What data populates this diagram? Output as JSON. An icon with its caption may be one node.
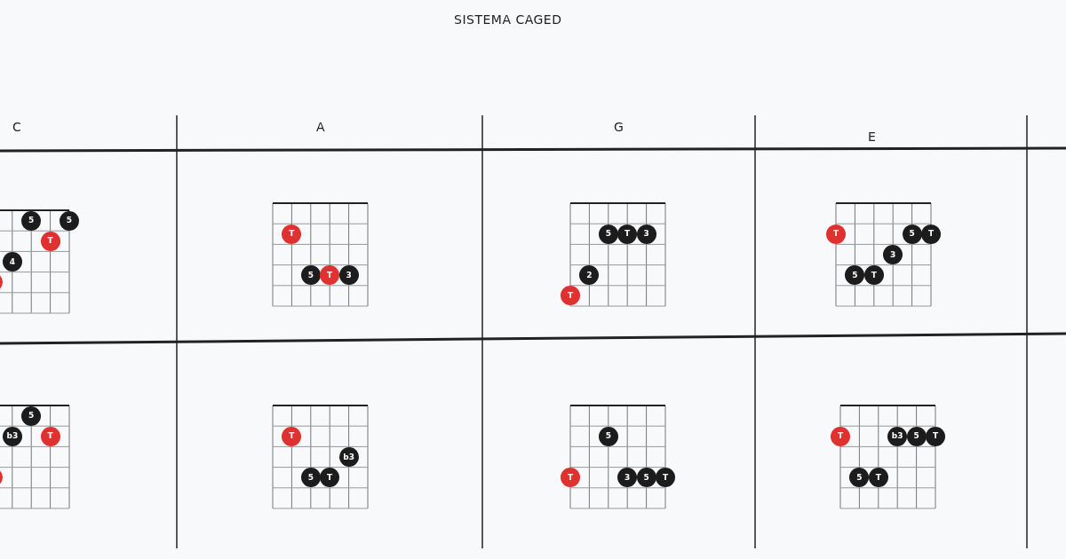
{
  "diagram": {
    "title": "SISTEMA CAGED",
    "nodes": [
      {
        "text": [
          "5"
        ]
      },
      {
        "text": [
          "5"
        ]
      },
      {
        "text": [
          "T"
        ]
      },
      {
        "text": [
          "4"
        ]
      },
      {
        "text": [],
        "shape": "circle"
      },
      {
        "text": [
          "5"
        ]
      },
      {
        "text": [
          "b3"
        ]
      },
      {
        "text": [
          "T"
        ]
      },
      {
        "text": [],
        "shape": "circle"
      },
      {
        "text": [
          "T"
        ]
      },
      {
        "text": [
          "5"
        ]
      },
      {
        "text": [
          "T"
        ]
      },
      {
        "text": [
          "3"
        ]
      },
      {
        "text": [
          "T"
        ]
      },
      {
        "text": [
          "b3"
        ]
      },
      {
        "text": [
          "5"
        ]
      },
      {
        "text": [
          "T"
        ]
      },
      {
        "text": [
          "5"
        ]
      },
      {
        "text": [
          "T"
        ]
      },
      {
        "text": [
          "3"
        ]
      },
      {
        "text": [
          "2"
        ]
      },
      {
        "text": [
          "T"
        ]
      },
      {
        "text": [
          "5"
        ]
      },
      {
        "text": [
          "T"
        ]
      },
      {
        "text": [
          "3"
        ]
      },
      {
        "text": [
          "5"
        ]
      },
      {
        "text": [
          "T"
        ]
      },
      {
        "text": [
          "T"
        ]
      },
      {
        "text": [
          "5"
        ]
      },
      {
        "text": [
          "T"
        ]
      },
      {
        "text": [
          "3"
        ]
      },
      {
        "text": [
          "5"
        ]
      },
      {
        "text": [
          "T"
        ]
      },
      {
        "text": [
          "T"
        ]
      },
      {
        "text": [
          "b3"
        ]
      },
      {
        "text": [
          "5"
        ]
      },
      {
        "text": [
          "T"
        ]
      },
      {
        "text": [
          "5"
        ]
      },
      {
        "text": [
          "T"
        ]
      }
    ],
    "labels": [
      "C",
      "A",
      "G",
      "E"
    ]
  }
}
